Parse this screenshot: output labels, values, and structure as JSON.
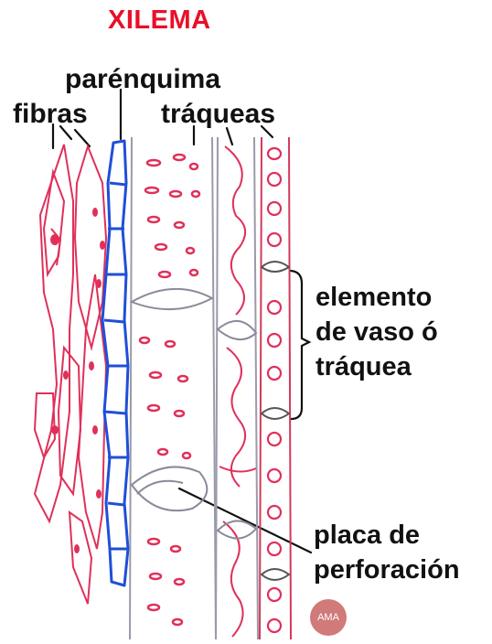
{
  "title": "XILEMA",
  "labels": {
    "fibras": "fibras",
    "parenquima": "parénquima",
    "traqueas": "tráqueas",
    "elemento": [
      "elemento",
      "de vaso ó",
      "tráquea"
    ],
    "placa": [
      "placa de",
      "perforación"
    ]
  },
  "watermark": "AMA",
  "colors": {
    "title": "#e8102a",
    "fibers": "#e0305a",
    "parenchyma": "#1f4fd8",
    "vessel": "#e0305a",
    "plate": "#8a8a9a",
    "text": "#111111"
  }
}
